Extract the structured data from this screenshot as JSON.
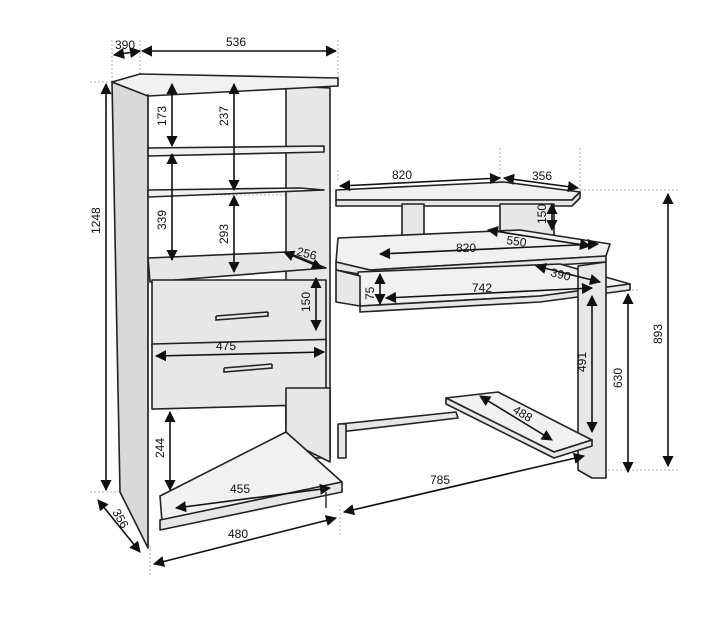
{
  "dimensions": {
    "top_depth": "390",
    "top_width": "536",
    "total_height": "1248",
    "shelf_gap_top": "173",
    "upper_open_height": "237",
    "middle_shelf_height": "339",
    "middle_inner_height": "293",
    "inner_depth": "256",
    "drawer_height": "150",
    "drawer_width": "475",
    "lower_shelf_height": "244",
    "lower_shelf_width": "455",
    "base_depth": "356",
    "base_width": "480",
    "desk_top_width": "820",
    "desk_top_depth": "356",
    "riser_height": "150",
    "desk_width": "820",
    "desk_depth": "550",
    "keyboard_depth": "390",
    "keyboard_width": "742",
    "keyboard_height": "75",
    "leg_height": "491",
    "desk_height_lower": "630",
    "desk_total_height": "893",
    "footrest_depth": "488",
    "desk_span": "785"
  },
  "colors": {
    "panel": "#e7e7e7",
    "panel_dark": "#d9d9d9",
    "line": "#222222"
  }
}
